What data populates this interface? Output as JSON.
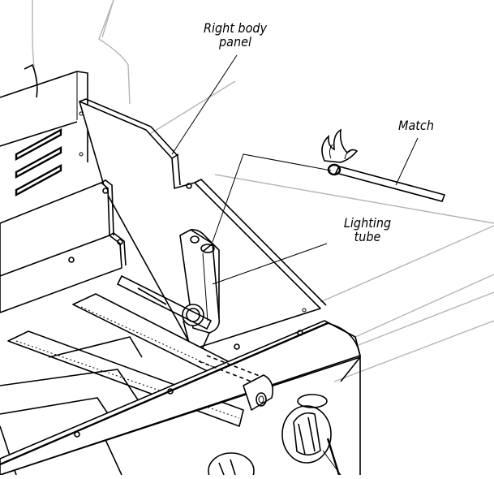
{
  "labels": {
    "right_body_panel": {
      "line1": "Right body",
      "line2": "panel"
    },
    "match": "Match",
    "lighting_tube": {
      "line1": "Lighting",
      "line2": "tube"
    }
  },
  "colors": {
    "ink": "#000000",
    "ghost_lines": "#b5b5b5",
    "paper": "#ffffff"
  }
}
